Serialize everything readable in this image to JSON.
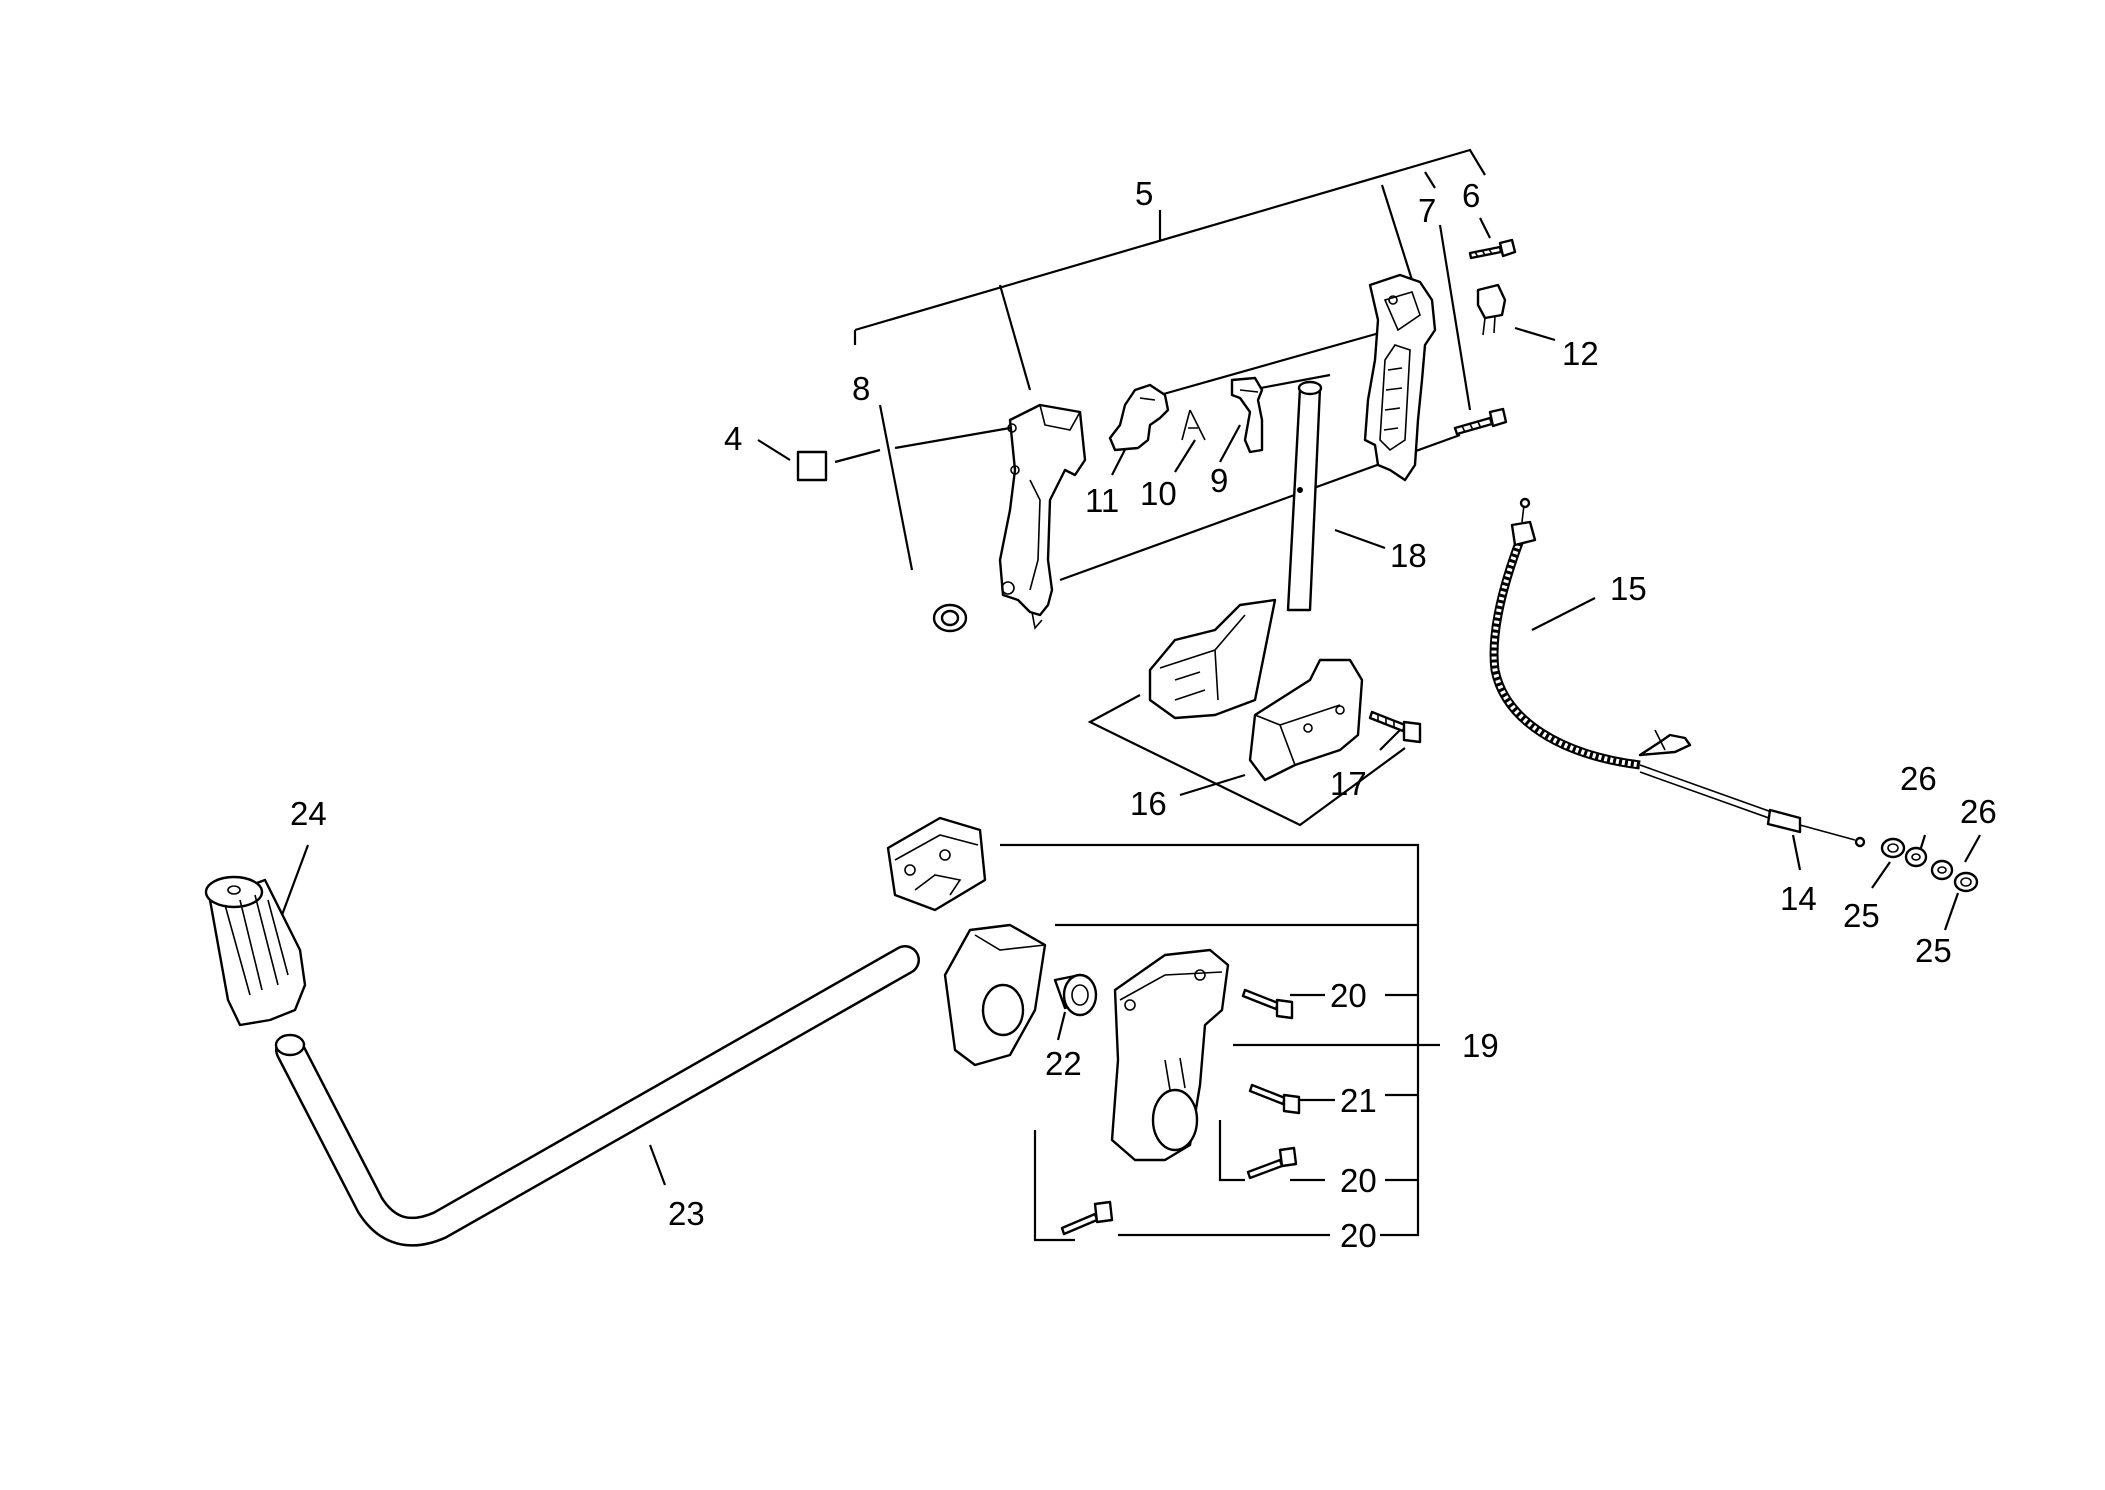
{
  "callouts": {
    "n4": "4",
    "n5": "5",
    "n6": "6",
    "n7": "7",
    "n8": "8",
    "n9": "9",
    "n10": "10",
    "n11": "11",
    "n12": "12",
    "n14": "14",
    "n15": "15",
    "n16": "16",
    "n17": "17",
    "n18": "18",
    "n19": "19",
    "n20a": "20",
    "n20b": "20",
    "n20c": "20",
    "n21": "21",
    "n22": "22",
    "n23": "23",
    "n24": "24",
    "n25a": "25",
    "n25b": "25",
    "n26a": "26",
    "n26b": "26"
  }
}
